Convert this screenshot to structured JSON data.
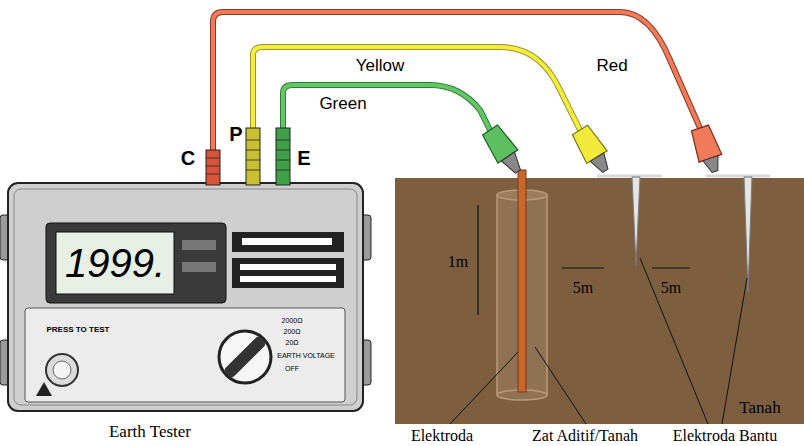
{
  "diagram": {
    "labels": [
      "C",
      "P",
      "E",
      "Red",
      "Yellow",
      "Green",
      "1999.",
      "PRESS TO TEST",
      "2000Ω",
      "200Ω",
      "20Ω",
      "EARTH VOLTAGE",
      "OFF",
      "1m",
      "5m",
      "5m",
      "Tanah",
      "Earth Tester",
      "Elektroda",
      "Zat Aditif/Tanah",
      "Elektroda Bantu"
    ]
  }
}
